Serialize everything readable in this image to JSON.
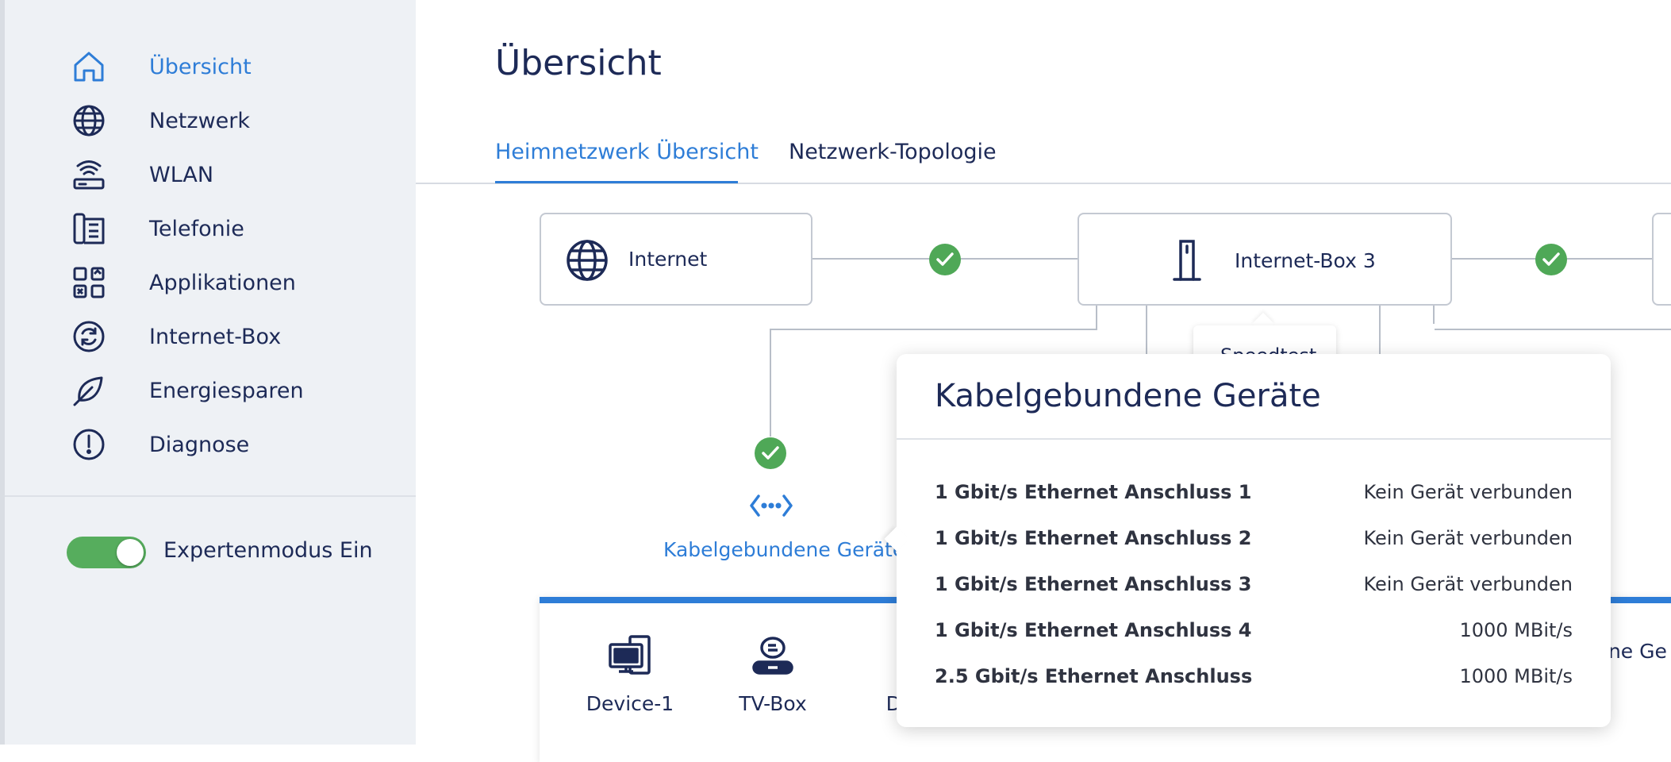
{
  "sidebar": {
    "items": [
      {
        "label": "Übersicht",
        "icon": "home-icon",
        "active": true
      },
      {
        "label": "Netzwerk",
        "icon": "globe-icon"
      },
      {
        "label": "WLAN",
        "icon": "wifi-router-icon"
      },
      {
        "label": "Telefonie",
        "icon": "phone-icon"
      },
      {
        "label": "Applikationen",
        "icon": "apps-grid-icon"
      },
      {
        "label": "Internet-Box",
        "icon": "box-sync-icon"
      },
      {
        "label": "Energiesparen",
        "icon": "leaf-icon"
      },
      {
        "label": "Diagnose",
        "icon": "exclamation-icon"
      }
    ],
    "expert_mode": {
      "label": "Expertenmodus Ein",
      "enabled": true
    }
  },
  "main": {
    "title": "Übersicht",
    "tabs": [
      {
        "label": "Heimnetzwerk Übersicht",
        "active": true
      },
      {
        "label": "Netzwerk-Topologie"
      }
    ]
  },
  "topology": {
    "internet": "Internet",
    "box": "Internet-Box 3",
    "partial_tooltip": "Speedtest",
    "wired_label": "Kabelgebundene Geräte"
  },
  "devices": [
    {
      "label": "Device-1",
      "icon": "desktop-pc-icon"
    },
    {
      "label": "TV-Box",
      "icon": "tv-box-icon"
    },
    {
      "label": "De",
      "icon": "device-icon"
    }
  ],
  "clipped_right_label": "ine Ge",
  "popover": {
    "title": "Kabelgebundene Geräte",
    "ports": [
      {
        "name": "1 Gbit/s Ethernet Anschluss 1",
        "status": "Kein Gerät verbunden"
      },
      {
        "name": "1 Gbit/s Ethernet Anschluss 2",
        "status": "Kein Gerät verbunden"
      },
      {
        "name": "1 Gbit/s Ethernet Anschluss 3",
        "status": "Kein Gerät verbunden"
      },
      {
        "name": "1 Gbit/s Ethernet Anschluss 4",
        "status": "1000 MBit/s"
      },
      {
        "name": "2.5 Gbit/s Ethernet Anschluss",
        "status": "1000 MBit/s"
      }
    ]
  },
  "colors": {
    "accent": "#2e7dd7",
    "navy": "#1d2a57",
    "ok_green": "#4fa857",
    "sidebar_bg": "#eef1f5"
  }
}
